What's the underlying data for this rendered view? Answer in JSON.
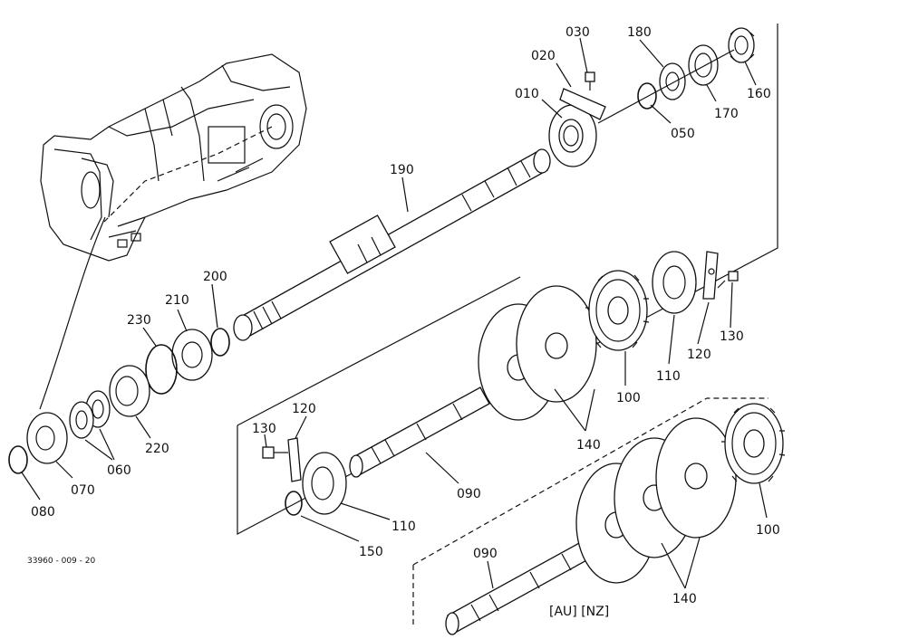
{
  "labels": {
    "l010": "010",
    "l020": "020",
    "l030": "030",
    "l050": "050",
    "l060": "060",
    "l070": "070",
    "l080": "080",
    "l090a": "090",
    "l090b": "090",
    "l100a": "100",
    "l100b": "100",
    "l110a": "110",
    "l110b": "110",
    "l120a": "120",
    "l120b": "120",
    "l130a": "130",
    "l130b": "130",
    "l140a": "140",
    "l140b": "140",
    "l150": "150",
    "l160": "160",
    "l170": "170",
    "l180": "180",
    "l190": "190",
    "l200": "200",
    "l210": "210",
    "l220": "220",
    "l230": "230"
  },
  "region_note": "[AU] [NZ]",
  "drawing_number": "33960 - 009 - 20"
}
